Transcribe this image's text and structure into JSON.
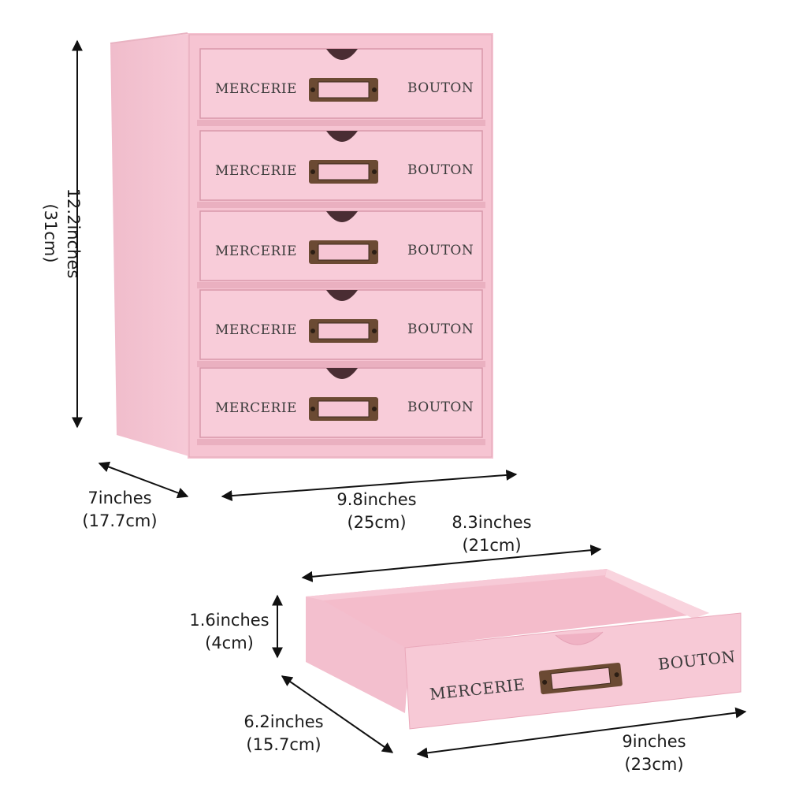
{
  "colors": {
    "pink": "#f6c6d4",
    "pink_dark": "#e9a9bb",
    "pink_shadow": "#dc98ab",
    "handle": "#6b4a33",
    "arrow": "#111111"
  },
  "cabinet": {
    "drawers": [
      {
        "left_label": "MERCERIE",
        "right_label": "BOUTON"
      },
      {
        "left_label": "MERCERIE",
        "right_label": "BOUTON"
      },
      {
        "left_label": "MERCERIE",
        "right_label": "BOUTON"
      },
      {
        "left_label": "MERCERIE",
        "right_label": "BOUTON"
      },
      {
        "left_label": "MERCERIE",
        "right_label": "BOUTON"
      }
    ]
  },
  "loose_drawer": {
    "left_label": "MERCERIE",
    "right_label": "BOUTON"
  },
  "dimensions": {
    "height": {
      "inches": "12.2inches",
      "cm": "(31cm)"
    },
    "depth": {
      "inches": "7inches",
      "cm": "(17.7cm)"
    },
    "width": {
      "inches": "9.8inches",
      "cm": "(25cm)"
    },
    "drawer_inner_width": {
      "inches": "8.3inches",
      "cm": "(21cm)"
    },
    "drawer_height": {
      "inches": "1.6inches",
      "cm": "(4cm)"
    },
    "drawer_depth": {
      "inches": "6.2inches",
      "cm": "(15.7cm)"
    },
    "drawer_width": {
      "inches": "9inches",
      "cm": "(23cm)"
    }
  }
}
